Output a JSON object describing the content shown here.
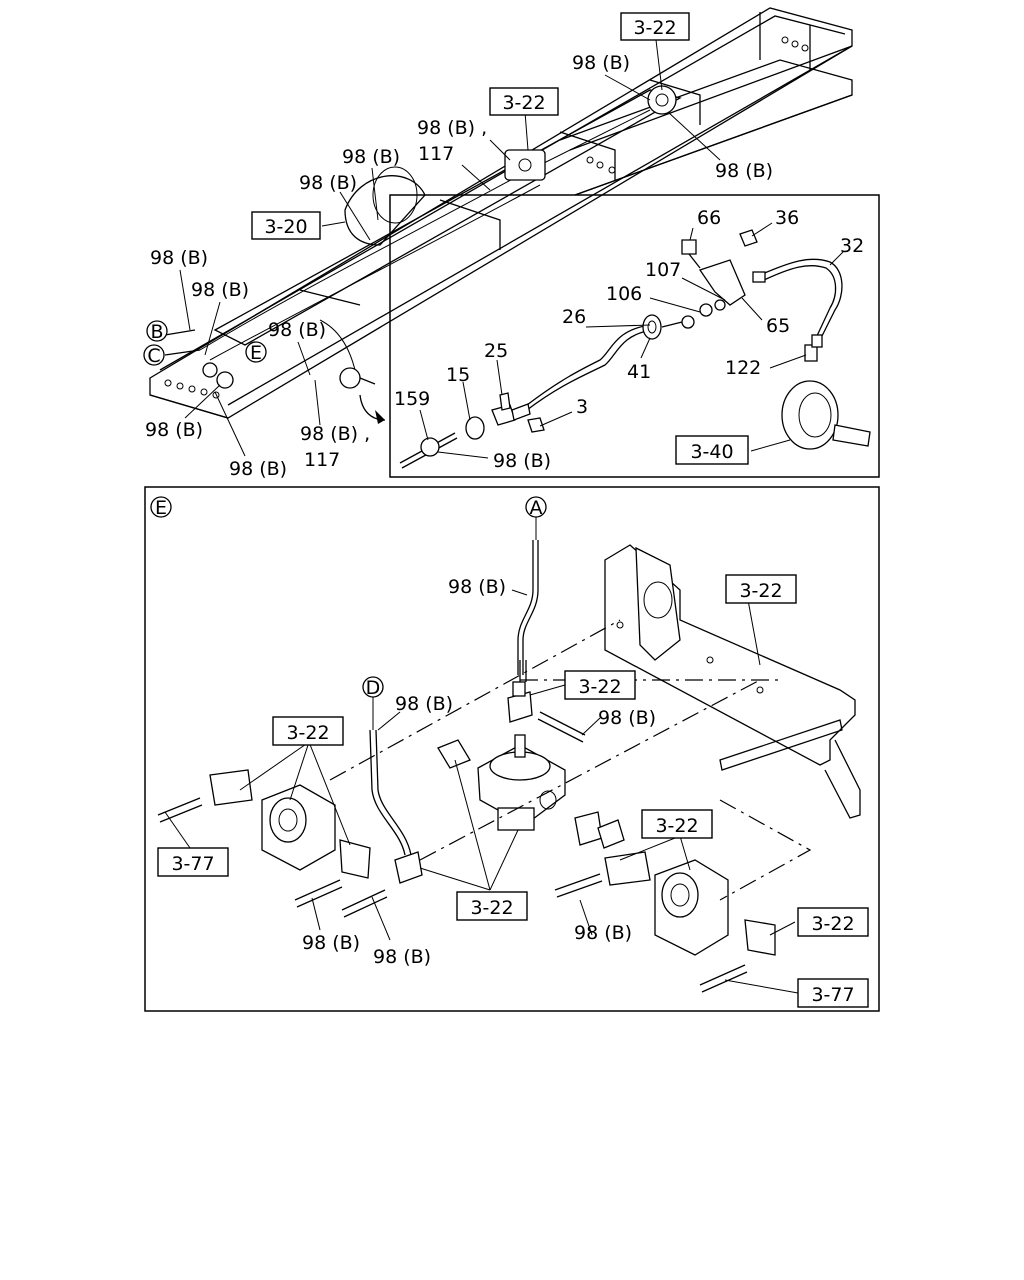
{
  "diagram": {
    "refs": {
      "r322": "3-22",
      "r320": "3-20",
      "r340": "3-40",
      "r377": "3-77"
    },
    "labels": {
      "hose": "98 (B)",
      "hose_comma": "98 (B) ,",
      "n117": "117",
      "n66": "66",
      "n36": "36",
      "n32": "32",
      "n107": "107",
      "n106": "106",
      "n65": "65",
      "n26": "26",
      "n25": "25",
      "n15": "15",
      "n41": "41",
      "n122": "122",
      "n159": "159",
      "n3": "3"
    },
    "markers": {
      "B": "B",
      "C": "C",
      "E": "E",
      "A": "A",
      "D": "D"
    }
  }
}
